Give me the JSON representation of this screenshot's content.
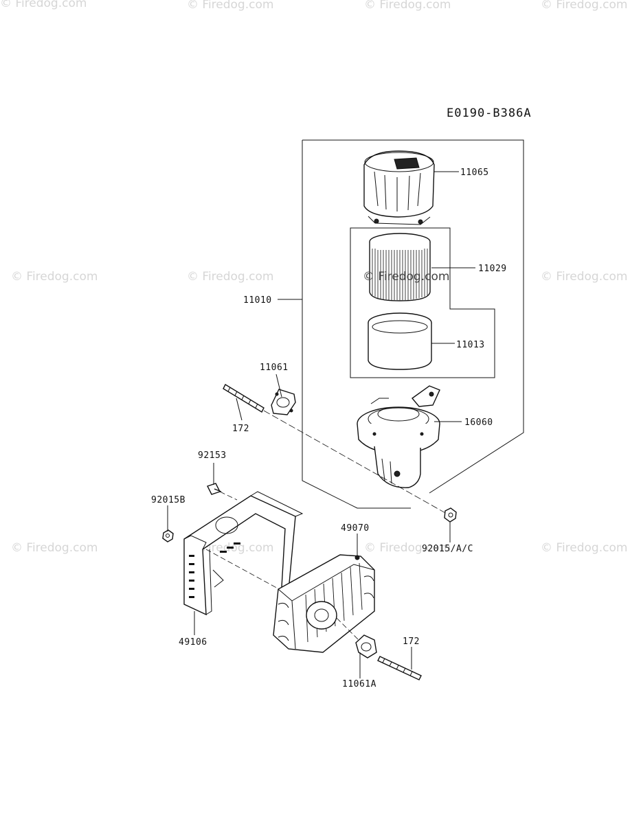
{
  "diagram_code": "E0190-B386A",
  "watermark_text": "© Firedog.com",
  "parts": {
    "p11065": "11065",
    "p11029": "11029",
    "p11010": "11010",
    "p11013": "11013",
    "p11061": "11061",
    "p172a": "172",
    "p16060": "16060",
    "p92153": "92153",
    "p92015B": "92015B",
    "p92015AC": "92015/A/C",
    "p49070": "49070",
    "p49106": "49106",
    "p172b": "172",
    "p11061A": "11061A"
  }
}
